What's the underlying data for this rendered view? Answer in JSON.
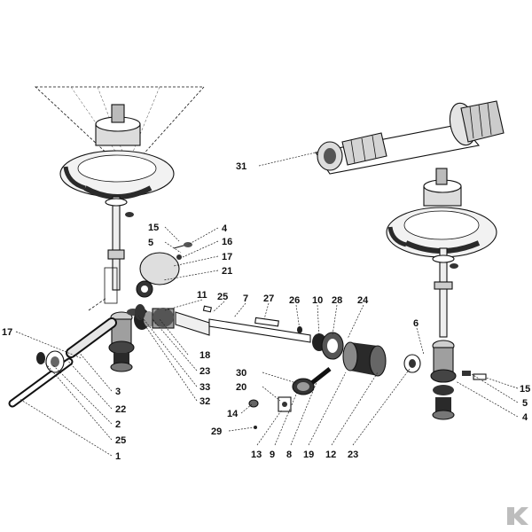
{
  "callouts": {
    "c31": "31",
    "c15a": "15",
    "c4a": "4",
    "c5a": "5",
    "c16": "16",
    "c17a": "17",
    "c21": "21",
    "c11": "11",
    "c25a": "25",
    "c7": "7",
    "c27": "27",
    "c26": "26",
    "c10": "10",
    "c28": "28",
    "c24": "24",
    "c17b": "17",
    "c6": "6",
    "c18": "18",
    "c23a": "23",
    "c33": "33",
    "c32": "32",
    "c3": "3",
    "c22": "22",
    "c2": "2",
    "c25b": "25",
    "c1": "1",
    "c30": "30",
    "c20": "20",
    "c14": "14",
    "c29": "29",
    "c13": "13",
    "c9": "9",
    "c8": "8",
    "c19": "19",
    "c12": "12",
    "c23b": "23",
    "c15b": "15",
    "c5b": "5",
    "c4b": "4"
  },
  "colors": {
    "ink": "#111111",
    "background": "#ffffff",
    "shade": "#2a2a2a",
    "light": "#d9d9d9"
  },
  "logo": {
    "icon": "kramp-k-logo-icon"
  }
}
